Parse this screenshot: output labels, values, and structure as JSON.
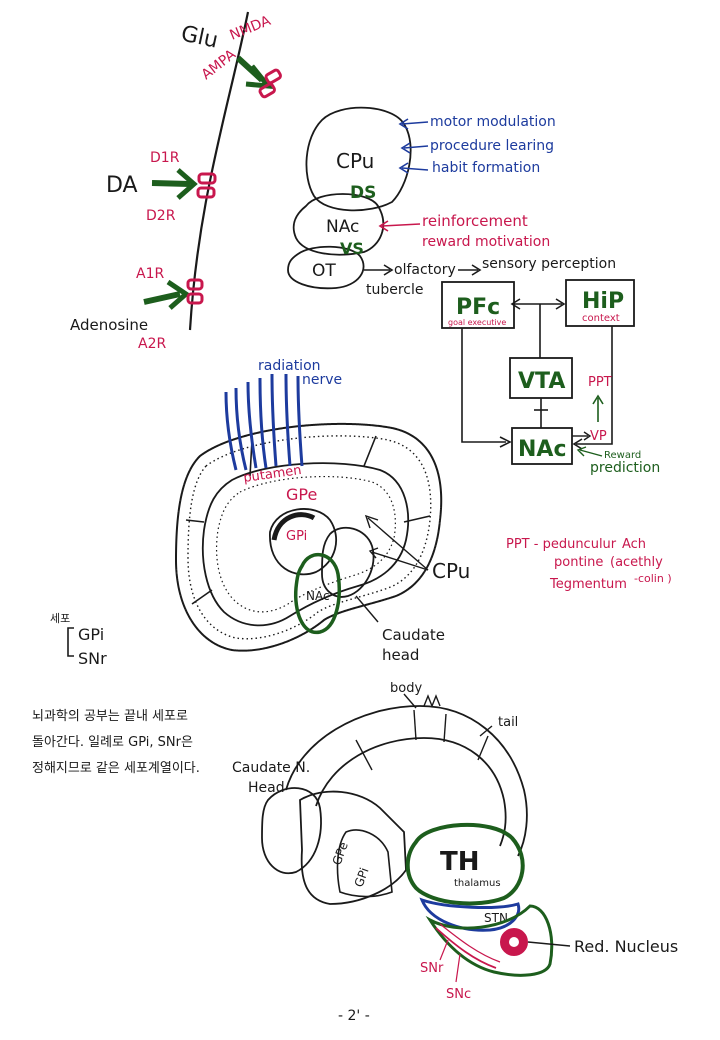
{
  "receptors": {
    "glu": "Glu",
    "nmda": "NMDA",
    "ampa": "AMPA",
    "da": "DA",
    "d1r": "D1R",
    "d2r": "D2R",
    "adenosine": "Adenosine",
    "a1r": "A1R",
    "a2r": "A2R"
  },
  "striatum": {
    "cpu": "CPu",
    "ds": "DS",
    "nac": "NAc",
    "vs": "VS",
    "ot": "OT",
    "motor": "motor modulation",
    "procedure": "procedure learing",
    "habit": "habit formation",
    "reinforcement": "reinforcement",
    "reward_motivation": "reward motivation",
    "olfactory": "olfactory",
    "tubercle": "tubercle",
    "sensory": "sensory perception"
  },
  "circuit": {
    "pfc": "PFc",
    "pfc_sub": "goal executive",
    "hip": "HiP",
    "hip_sub": "context",
    "vta": "VTA",
    "nac": "NAc",
    "ppt": "PPT",
    "vp": "VP",
    "reward": "Reward",
    "prediction": "prediction"
  },
  "ppt_note": {
    "line1": "PPT - pedunculur",
    "ach": "Ach",
    "line2": "pontine",
    "acet": "(acethly",
    "line3": "Tegmentum",
    "colin": "-colin )"
  },
  "coronal": {
    "radiation": "radiation",
    "nerve": "nerve",
    "putamen": "putamen",
    "gpe": "GPe",
    "gpi": "GPi",
    "nac": "NAc",
    "cpu": "CPu",
    "caudate": "Caudate",
    "head": "head"
  },
  "side_note": {
    "title": "세포",
    "gpi": "GPi",
    "snr": "SNr"
  },
  "korean_note": [
    "뇌과학의 공부는 끝내 세포로",
    "돌아간다. 일례로 GPi, SNr은",
    "정해지므로 같은 세포계열이다."
  ],
  "lateral": {
    "body": "body",
    "tail": "tail",
    "caudate_n": "Caudate N.",
    "head": "Head",
    "th": "TH",
    "thalamus": "thalamus",
    "gpe": "GPe",
    "gpi": "GPi",
    "stn": "STN",
    "red_nucleus": "Red. Nucleus",
    "snr": "SNr",
    "snc": "SNc"
  },
  "page_number": "- 2' -",
  "colors": {
    "ink": "#1a1a1a",
    "red": "#c8174d",
    "blue": "#1d3b9e",
    "green": "#1d5e1d"
  }
}
